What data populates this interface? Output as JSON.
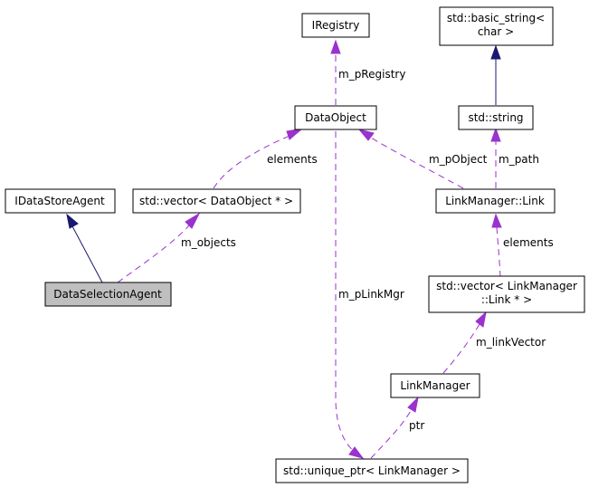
{
  "nodes": {
    "iregistry": {
      "label": "IRegistry"
    },
    "basic_string": {
      "line1": "std::basic_string<",
      "line2": "char >"
    },
    "data_object": {
      "label": "DataObject"
    },
    "std_string": {
      "label": "std::string"
    },
    "idatastore_agent": {
      "label": "IDataStoreAgent"
    },
    "vector_dataobject": {
      "label": "std::vector< DataObject * >"
    },
    "link": {
      "label": "LinkManager::Link"
    },
    "data_selection_agent": {
      "label": "DataSelectionAgent"
    },
    "vector_link": {
      "line1": "std::vector< LinkManager",
      "line2": "::Link * >"
    },
    "link_manager": {
      "label": "LinkManager"
    },
    "unique_ptr": {
      "label": "std::unique_ptr< LinkManager >"
    }
  },
  "edge_labels": {
    "m_pRegistry": "m_pRegistry",
    "elements_dataobject": "elements",
    "m_pObject": "m_pObject",
    "m_path": "m_path",
    "m_objects": "m_objects",
    "m_pLinkMgr": "m_pLinkMgr",
    "elements_link": "elements",
    "m_linkVector": "m_linkVector",
    "ptr": "ptr"
  },
  "colors": {
    "inheritance": "#191970",
    "usage": "#9a32cd",
    "focus_fill": "#bfbfbf"
  }
}
